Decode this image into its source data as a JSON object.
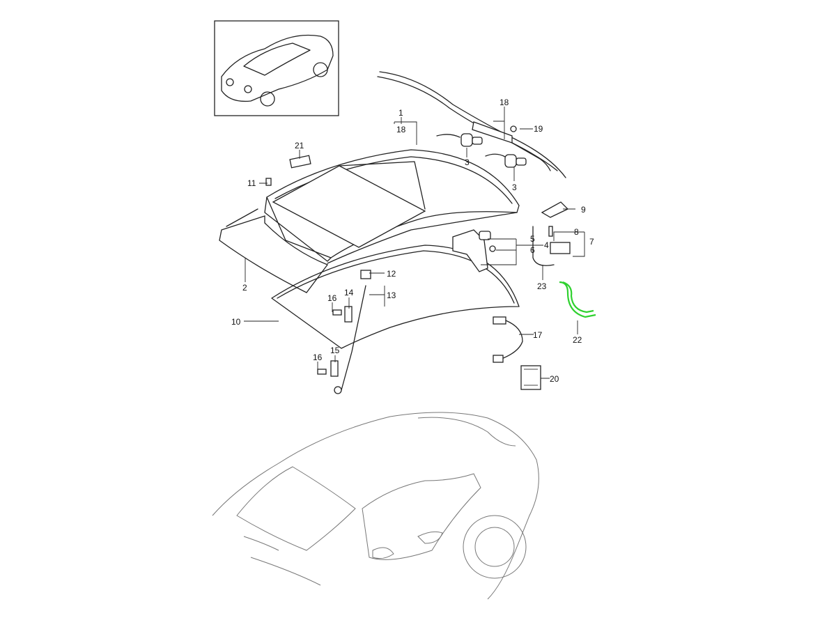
{
  "diagram": {
    "highlight_color": "#2fd12f",
    "highlighted_part": "22",
    "callouts": {
      "c1": "1",
      "c18a": "18",
      "c18b": "18",
      "c19": "19",
      "c3a": "3",
      "c3b": "3",
      "c21": "21",
      "c11": "11",
      "c9": "9",
      "c8": "8",
      "c7": "7",
      "c5": "5",
      "c6": "6",
      "c4": "4",
      "c2": "2",
      "c12": "12",
      "c14": "14",
      "c13": "13",
      "c16a": "16",
      "c10": "10",
      "c23": "23",
      "c22": "22",
      "c17": "17",
      "c15": "15",
      "c16b": "16",
      "c20": "20"
    }
  }
}
